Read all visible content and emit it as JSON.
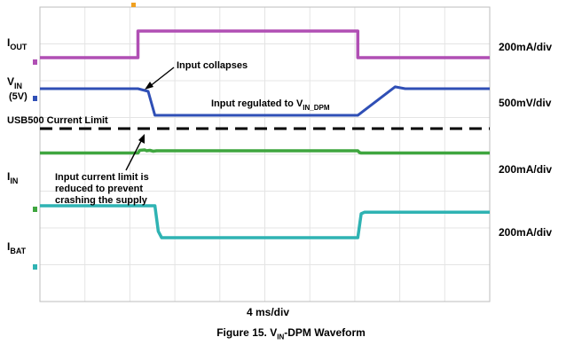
{
  "chart_data": {
    "type": "line",
    "title": "Figure 15. V",
    "title_sub": "IN",
    "title_suffix": "-DPM Waveform",
    "xlabel": "4 ms/div",
    "x_divisions": 10,
    "grid": true,
    "series": [
      {
        "name": "I",
        "name_sub": "OUT",
        "scale": "200mA/div",
        "color": "#b04fb4",
        "points": [
          [
            0,
            0
          ],
          [
            2.9,
            0
          ],
          [
            2.9,
            1
          ],
          [
            9.4,
            1
          ],
          [
            9.4,
            0
          ],
          [
            13.3,
            0
          ]
        ]
      },
      {
        "name": "V",
        "name_sub": "IN",
        "name_extra": "(5V)",
        "scale": "500mV/div",
        "color": "#2f4fb6",
        "points": [
          [
            0,
            1
          ],
          [
            2.9,
            1
          ],
          [
            3.2,
            0.9
          ],
          [
            3.4,
            0
          ],
          [
            9.4,
            0
          ],
          [
            10.5,
            1.07
          ],
          [
            10.8,
            1
          ],
          [
            13.3,
            1
          ]
        ]
      },
      {
        "name": "I",
        "name_sub": "IN",
        "scale": "200mA/div",
        "color": "#3fa63f",
        "points": [
          [
            0,
            0.75
          ],
          [
            2.9,
            0.75
          ],
          [
            2.95,
            1.05
          ],
          [
            3.1,
            1.1
          ],
          [
            3.15,
            1
          ],
          [
            3.25,
            1.05
          ],
          [
            3.35,
            0.95
          ],
          [
            3.45,
            1.0
          ],
          [
            9.4,
            1.0
          ],
          [
            9.45,
            0.8
          ],
          [
            9.5,
            0.75
          ],
          [
            13.3,
            0.75
          ]
        ]
      },
      {
        "name": "I",
        "name_sub": "BAT",
        "scale": "200mA/div",
        "color": "#2fb3b3",
        "points": [
          [
            0,
            1
          ],
          [
            3.4,
            1
          ],
          [
            3.5,
            0.2
          ],
          [
            3.6,
            0
          ],
          [
            9.4,
            0
          ],
          [
            9.5,
            0.75
          ],
          [
            9.6,
            0.8
          ],
          [
            13.3,
            0.8
          ]
        ]
      }
    ],
    "reference_line": {
      "label": "USB500 Current Limit",
      "style": "dashed"
    },
    "annotations": {
      "collapse": "Input collapses",
      "regulated": "Input regulated to V",
      "regulated_sub": "IN_DPM",
      "limit_line1": "Input current limit is",
      "limit_line2": "reduced to prevent",
      "limit_line3": "crashing the supply"
    }
  }
}
